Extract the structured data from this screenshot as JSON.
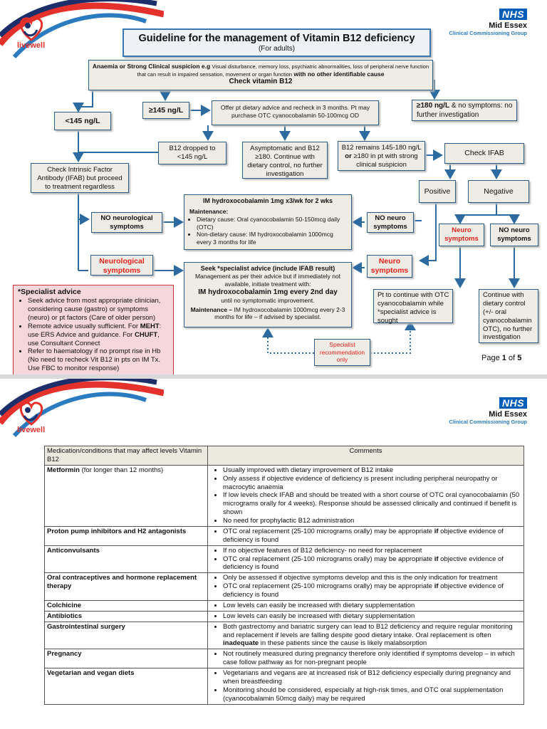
{
  "brand": {
    "livewell": "livewell",
    "nhs": "NHS",
    "org_line1": "Mid Essex",
    "org_line2": "Clinical Commissioning Group"
  },
  "title": {
    "main": "Guideline for the management of Vitamin B12 deficiency",
    "sub": "(For adults)"
  },
  "flow": {
    "top_lead": "Anaemia or Strong Clinical suspicion e.g",
    "top_examples": "Visual disturbance, memory loss, psychiatric abnormalities, loss of peripheral nerve function that can result in impaired sensation, movement or organ function",
    "top_tail": "with no other identifiable cause",
    "top_check": "Check vitamin B12",
    "lt145": "<145 ng/L",
    "ge145": "≥145 ng/L",
    "offer": "Offer pt dietary advice and recheck in 3 months.  Pt may purchase OTC cyanocobalamin 50-100mcg OD",
    "ge180_bold": "≥180 ng/L",
    "ge180_rest": "& no symptoms: no further investigation",
    "dropped": "B12 dropped to <145 ng/L",
    "asymp": "Asymptomatic and B12 ≥180.  Continue with dietary control, no further investigation",
    "remains_a": "B12 remains 145-180 ng/L",
    "remains_or": "or",
    "remains_b": "≥180 in pt with strong clinical suspicion",
    "check_ifab": "Check IFAB",
    "intrinsic": "Check Intrinsic Factor Antibody (IFAB) but proceed to treatment regardless",
    "positive": "Positive",
    "negative": "Negative",
    "no_neuro_sym_left": "NO neurological symptoms",
    "im_title": "IM hydroxocobalamin 1mg x3/wk for 2 wks",
    "maint_label": "Maintenance:",
    "maint_1": "Dietary cause: Oral cyanocobalamin 50-150mcg daily (OTC)",
    "maint_2": "Non-dietary cause: IM hydroxocobalamin 1000mcg every 3 months for life",
    "no_neuro_mid": "NO neuro symptoms",
    "neuro_sym_red": "Neuro symptoms",
    "no_neuro_right": "NO neuro symptoms",
    "neuro_left_red": "Neurological symptoms",
    "seek_title": "Seek *specialist advice (include IFAB result)",
    "seek_line2": "Management as per their advice but if immediately not available, initiate treatment with:",
    "seek_bold": "IM hydroxocobalamin 1mg every 2nd day",
    "seek_until": "until no symptomatic improvement.",
    "seek_maint_label": "Maintenance –",
    "seek_maint_rest": "IM hydroxocobalamin 1000mcg every 2-3 months for life – if advised by specialist.",
    "neuro_mid_red": "Neuro symptoms",
    "pt_continue": "Pt to continue with OTC cyanocobalamin while *specialist advice is sought",
    "continue_diet": "Continue with dietary control (+/- oral cyanocobalamin OTC), no further investigation",
    "specialist_only": "Specialist recommendation only"
  },
  "advice": {
    "heading": "*Specialist advice",
    "item1": "Seek advice from most appropriate clinician, considering cause (gastro) or symptoms (neuro) or pt factors (Care of older person)",
    "item2_a": "Remote advice usually sufficient.  For",
    "item2_meht": "MEHT",
    "item2_b": ": use ERS Advice and guidance.  For",
    "item2_chuft": "CHUFT",
    "item2_c": ", use Consultant Connect",
    "item3": "Refer to haematology if no prompt rise in Hb (No need to recheck Vit B12 in pts on IM Tx. Use FBC to monitor response)"
  },
  "page_no": {
    "prefix": "Page",
    "current": "1",
    "of": "of",
    "total": "5"
  },
  "table": {
    "header_col1": "Medication/conditions that may affect levels Vitamin B12",
    "header_col2": "Comments",
    "rows": [
      {
        "name": "Metformin",
        "name_note": "(for longer than 12 months)",
        "items": [
          "Usually improved with dietary improvement of B12 intake",
          "Only assess if objective evidence of deficiency is present including peripheral neuropathy or macrocytic anaemia",
          "If low levels check IFAB and should be treated with a short course of OTC oral cyanocobalamin (50 micrograms orally for 4 weeks). Response should be assessed clinically and continued if benefit is shown",
          "No need for prophylactic B12 administration"
        ]
      },
      {
        "name": "Proton pump inhibitors and H2 antagonists",
        "name_note": "",
        "items": [
          "OTC oral replacement (25-100 micrograms orally) may be appropriate |if| objective evidence of deficiency is found"
        ]
      },
      {
        "name": "Anticonvulsants",
        "name_note": "",
        "items": [
          "If no objective features of B12 deficiency-  no need for replacement",
          "OTC oral replacement (25-100 micrograms orally) may be appropriate |if| objective evidence of deficiency is found"
        ]
      },
      {
        "name": "Oral contraceptives and hormone replacement therapy",
        "name_note": "",
        "items": [
          "Only be assessed if objective symptoms develop and this is the only indication for treatment",
          "OTC oral replacement (25-100 micrograms orally) may be appropriate |if| objective evidence of deficiency is found"
        ]
      },
      {
        "name": "Colchicine",
        "name_note": "",
        "items": [
          "Low levels can easily be increased with dietary supplementation"
        ]
      },
      {
        "name": "Antibiotics",
        "name_note": "",
        "items": [
          "Low levels can easily be increased with dietary supplementation"
        ]
      },
      {
        "name": "Gastrointestinal surgery",
        "name_note": "",
        "items": [
          "Both gastrectomy and bariatric surgery can lead to B12 deficiency and require regular monitoring and replacement if levels are falling despite good dietary intake. Oral replacement is often |inadequate| in these patients since the cause is likely malabsorption"
        ]
      },
      {
        "name": "Pregnancy",
        "name_note": "",
        "items": [
          "Not routinely measured during pregnancy therefore only identified if symptoms develop – in which case follow pathway as for non-pregnant people"
        ]
      },
      {
        "name": "Vegetarian and vegan diets",
        "name_note": "",
        "items": [
          "Vegetarians and vegans are at increased risk of B12 deficiency especially during pregnancy and when breastfeeding",
          "Monitoring should be considered, especially at high-risk times, and OTC oral supplementation (cyanocobalamin 50mcg daily) may be required"
        ]
      }
    ]
  }
}
